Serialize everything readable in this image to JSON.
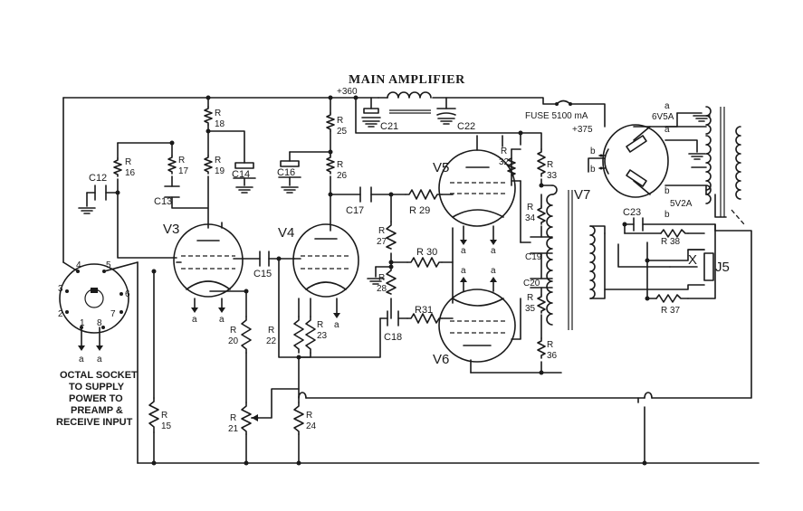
{
  "title": "MAIN AMPLIFIER",
  "supply": {
    "b_plus": "+360",
    "b_plus_2": "+375",
    "fuse": "FUSE 5100 mA"
  },
  "tubes": {
    "v3": "V3",
    "v4": "V4",
    "v5": "V5",
    "v6": "V6",
    "v7": "V7"
  },
  "rectifier_types": {
    "type_1": "6V5A",
    "type_2": "5V2A"
  },
  "capacitors": {
    "c12": "C12",
    "c13": "C13",
    "c14": "C14",
    "c15": "C15",
    "c16": "C16",
    "c17": "C17",
    "c18": "C18",
    "c19": "C19",
    "c20": "C20",
    "c21": "C21",
    "c22": "C22",
    "c23": "C23"
  },
  "resistors": {
    "r15": "15",
    "r16": "16",
    "r17": "17",
    "r18": "18",
    "r19": "19",
    "r20": "20",
    "r21": "21",
    "r22": "22",
    "r23": "23",
    "r24": "24",
    "r25": "25",
    "r26": "26",
    "r27": "27",
    "r28": "28",
    "r29": "R 29",
    "r30": "R 30",
    "r31": "R31",
    "r32": "32",
    "r33": "33",
    "r34": "34",
    "r35": "35",
    "r36": "36",
    "r37": "R 37",
    "r38": "R 38",
    "r_prefix": "R"
  },
  "jack": {
    "label": "J5",
    "x_mark": "X"
  },
  "socket": {
    "pins": [
      "1",
      "2",
      "3",
      "4",
      "5",
      "6",
      "7",
      "8"
    ],
    "caption": [
      "OCTAL SOCKET",
      "TO SUPPLY",
      "POWER TO",
      "PREAMP &",
      "RECEIVE INPUT"
    ]
  },
  "heater_marks": {
    "a": "a",
    "b": "b"
  }
}
